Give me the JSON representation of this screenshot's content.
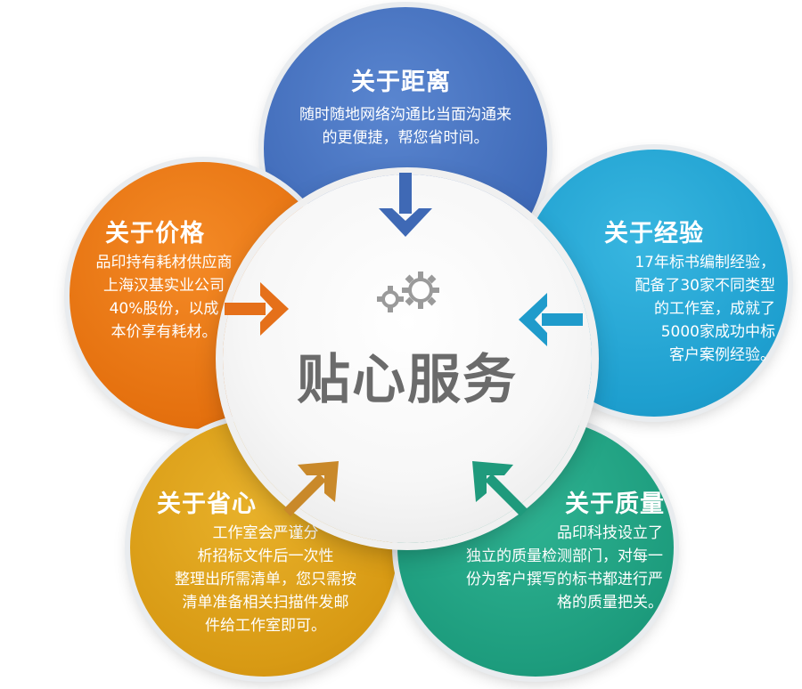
{
  "center": {
    "title": "贴心服务",
    "icon": "gears-icon"
  },
  "petals": {
    "distance": {
      "title": "关于距离",
      "lines": [
        "随时随地网络沟通比当面沟通来",
        "的更便捷，帮您省时间。"
      ],
      "color": "#4a76c2",
      "arrow_color": "#3f69b5"
    },
    "experience": {
      "title": "关于经验",
      "lines": [
        "17年标书编制经验，",
        "配备了30家不同类型",
        "的工作室，成就了",
        "5000家成功中标",
        "客户案例经验。"
      ],
      "color": "#27a8d6",
      "arrow_color": "#1f9bcb"
    },
    "price": {
      "title": "关于价格",
      "lines": [
        "品印持有耗材供应商",
        "上海汉基实业公司",
        "40%股份，以成",
        "本价享有耗材。"
      ],
      "color": "#ee7d1a",
      "arrow_color": "#e5701a"
    },
    "worry": {
      "title": "关于省心",
      "lines": [
        "工作室会严谨分",
        "析招标文件后一次性",
        "整理出所需清单，您只需按",
        "清单准备相关扫描件发邮",
        "件给工作室即可。"
      ],
      "color": "#e0a41d",
      "arrow_color": "#c9892a"
    },
    "quality": {
      "title": "关于质量",
      "lines": [
        "品印科技设立了",
        "独立的质量检测部门，对每一",
        "份为客户撰写的标书都进行严",
        "格的质量把关。"
      ],
      "color": "#22a486",
      "arrow_color": "#1f9a7c"
    }
  }
}
